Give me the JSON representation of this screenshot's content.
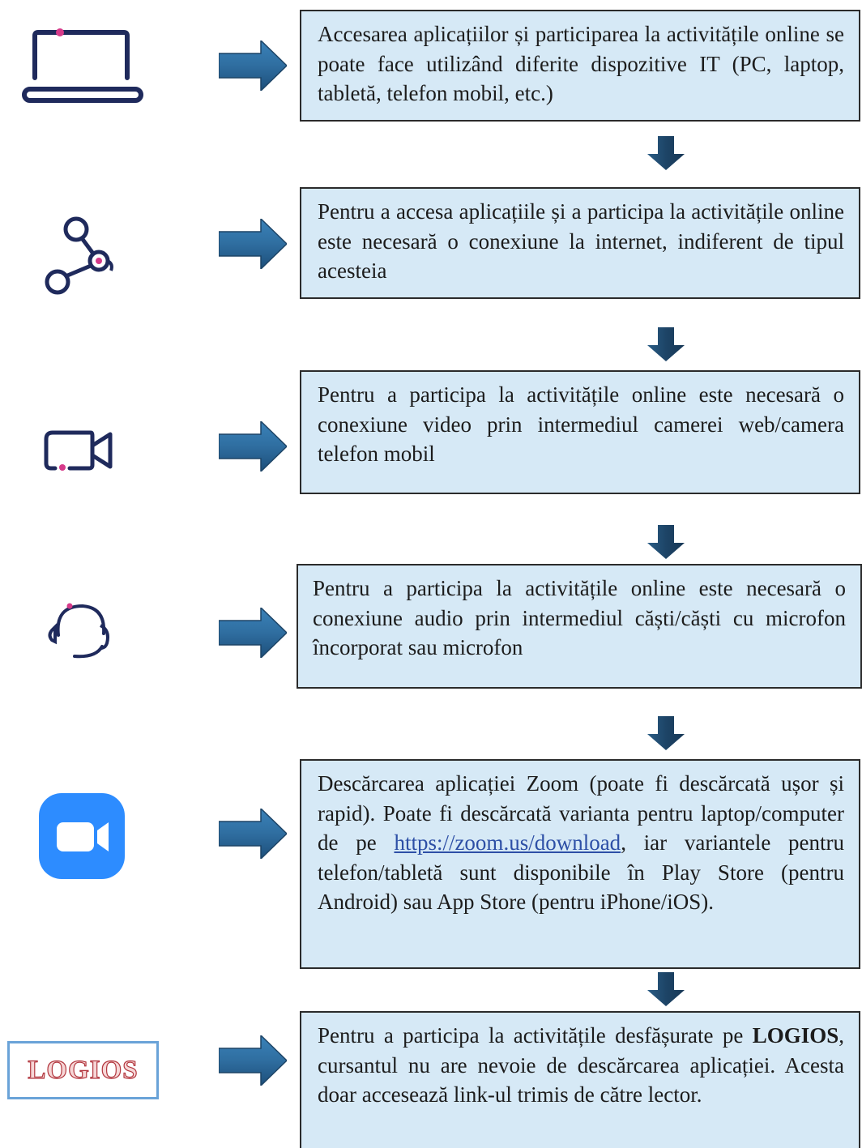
{
  "steps": [
    {
      "icon": "laptop-icon",
      "text": "Accesarea aplicațiilor și participarea la activitățile online se poate face utilizând diferite dispozitive IT (PC, laptop, tabletă, telefon mobil, etc.)"
    },
    {
      "icon": "connection-icon",
      "text": "Pentru a accesa aplicațiile și a participa la activitățile online este necesară o conexiune la internet, indiferent de tipul acesteia"
    },
    {
      "icon": "video-camera-icon",
      "text": "Pentru a participa la activitățile online este necesară o conexiune video prin intermediul camerei web/camera telefon mobil"
    },
    {
      "icon": "headset-icon",
      "text": "Pentru a participa la activitățile online este necesară o conexiune audio prin intermediul căști/căști cu microfon încorporat sau microfon"
    },
    {
      "icon": "zoom-app-icon",
      "text_before_link": "Descărcarea aplicației Zoom (poate fi descărcată ușor și rapid). Poate fi descărcată varianta pentru laptop/computer de pe ",
      "link": "https://zoom.us/download",
      "text_after_link": ", iar variantele pentru telefon/tabletă sunt disponibile în Play Store (pentru Android) sau App Store (pentru iPhone/iOS)."
    },
    {
      "icon": "logios-logo",
      "logo_text": "LOGIOS",
      "text_before_bold": "Pentru a participa la activitățile desfășurate pe ",
      "bold": "LOGIOS",
      "text_after_bold": ", cursantul nu are nevoie de descărcarea aplicației. Acesta doar accesează link-ul trimis de către lector."
    }
  ],
  "colors": {
    "box_fill": "#d6e9f6",
    "box_border": "#2b2b2b",
    "arrow_fill": "#2f6ea0",
    "arrow_dark": "#1d4466",
    "icon_navy": "#1f2a5c",
    "icon_accent": "#d63a8a",
    "zoom_blue": "#2d8cff",
    "logo_red": "#b2373f"
  }
}
